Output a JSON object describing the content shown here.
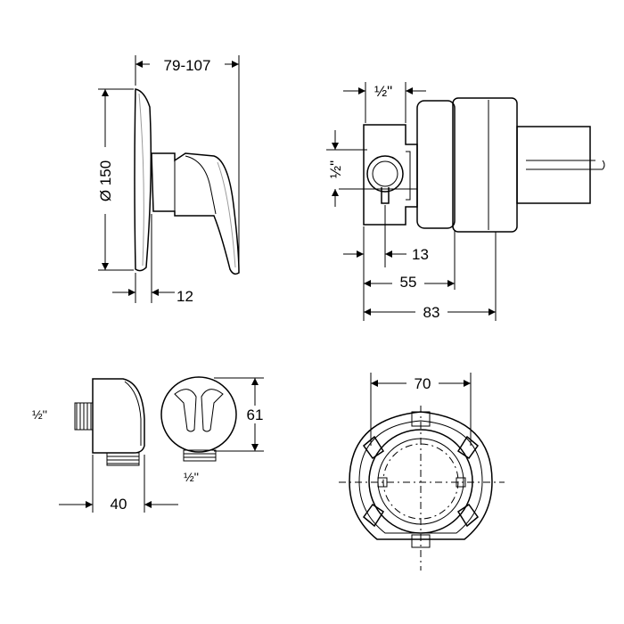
{
  "dimensions": {
    "mixer_depth": "79-107",
    "plate_diameter": "Ø 150",
    "plate_thickness": "12",
    "body_thread_top": "½\"",
    "body_thread_side": "½\"",
    "body_13": "13",
    "body_55": "55",
    "body_83": "83",
    "elbow_thread_side": "½''",
    "elbow_thread_bottom": "½''",
    "elbow_height": "61",
    "elbow_depth": "40",
    "body_width": "70"
  }
}
